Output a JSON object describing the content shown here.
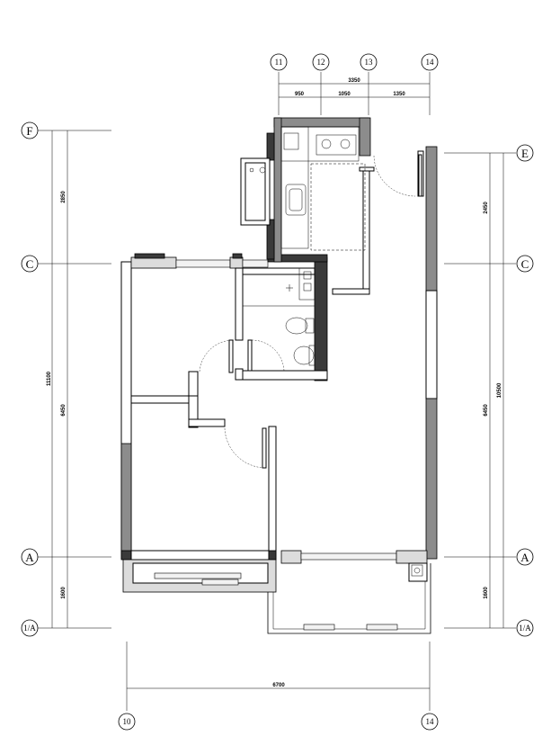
{
  "grid_axes": {
    "top": [
      "11",
      "12",
      "13",
      "14"
    ],
    "bottom": [
      "10",
      "14"
    ],
    "left": [
      "F",
      "C",
      "A",
      "1/A"
    ],
    "right": [
      "E",
      "C",
      "A",
      "1/A"
    ]
  },
  "dimensions": {
    "top_total": "3350",
    "top_segments": [
      "950",
      "1050",
      "1350"
    ],
    "left_total": "11100",
    "left_segments": [
      "2850",
      "6450",
      "1600"
    ],
    "right_total": "10500",
    "right_segments": [
      "2450",
      "6450",
      "1600"
    ],
    "bottom_total": "6700"
  }
}
